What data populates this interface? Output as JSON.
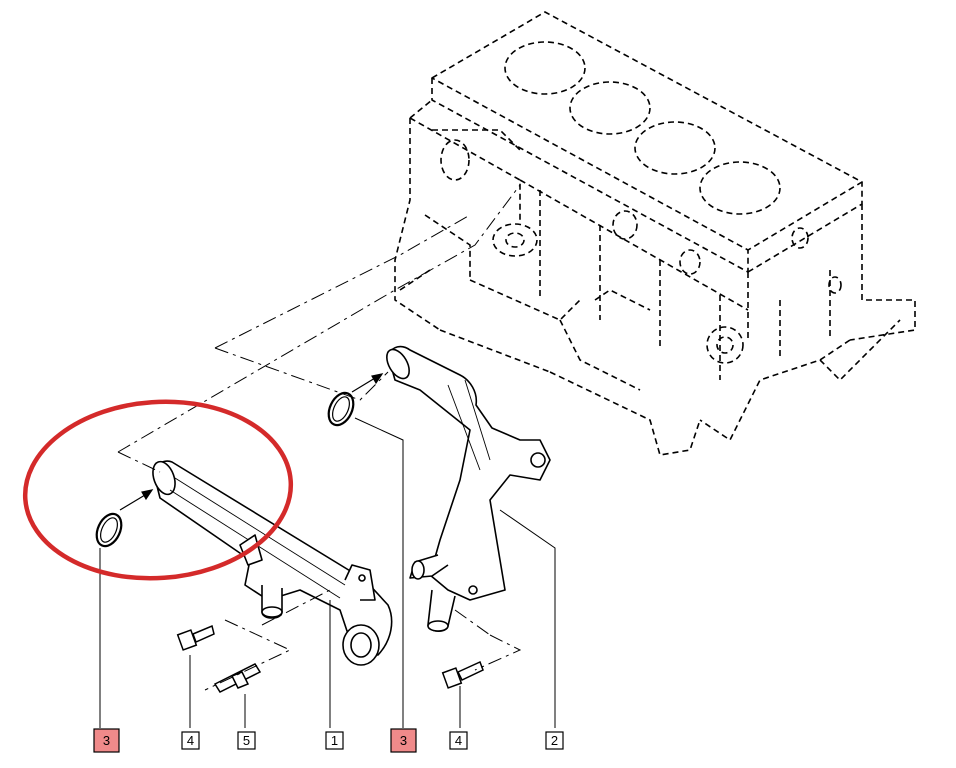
{
  "callouts": [
    {
      "id": "c1",
      "text": "3",
      "highlighted": true
    },
    {
      "id": "c2",
      "text": "4",
      "highlighted": false
    },
    {
      "id": "c3",
      "text": "5",
      "highlighted": false
    },
    {
      "id": "c4",
      "text": "1",
      "highlighted": false
    },
    {
      "id": "c5",
      "text": "3",
      "highlighted": true
    },
    {
      "id": "c6",
      "text": "4",
      "highlighted": false
    },
    {
      "id": "c7",
      "text": "2",
      "highlighted": false
    }
  ],
  "colors": {
    "line": "#000000",
    "highlight_box": "#f08a8a",
    "highlight_ring": "#d42a2a",
    "background": "#ffffff"
  }
}
